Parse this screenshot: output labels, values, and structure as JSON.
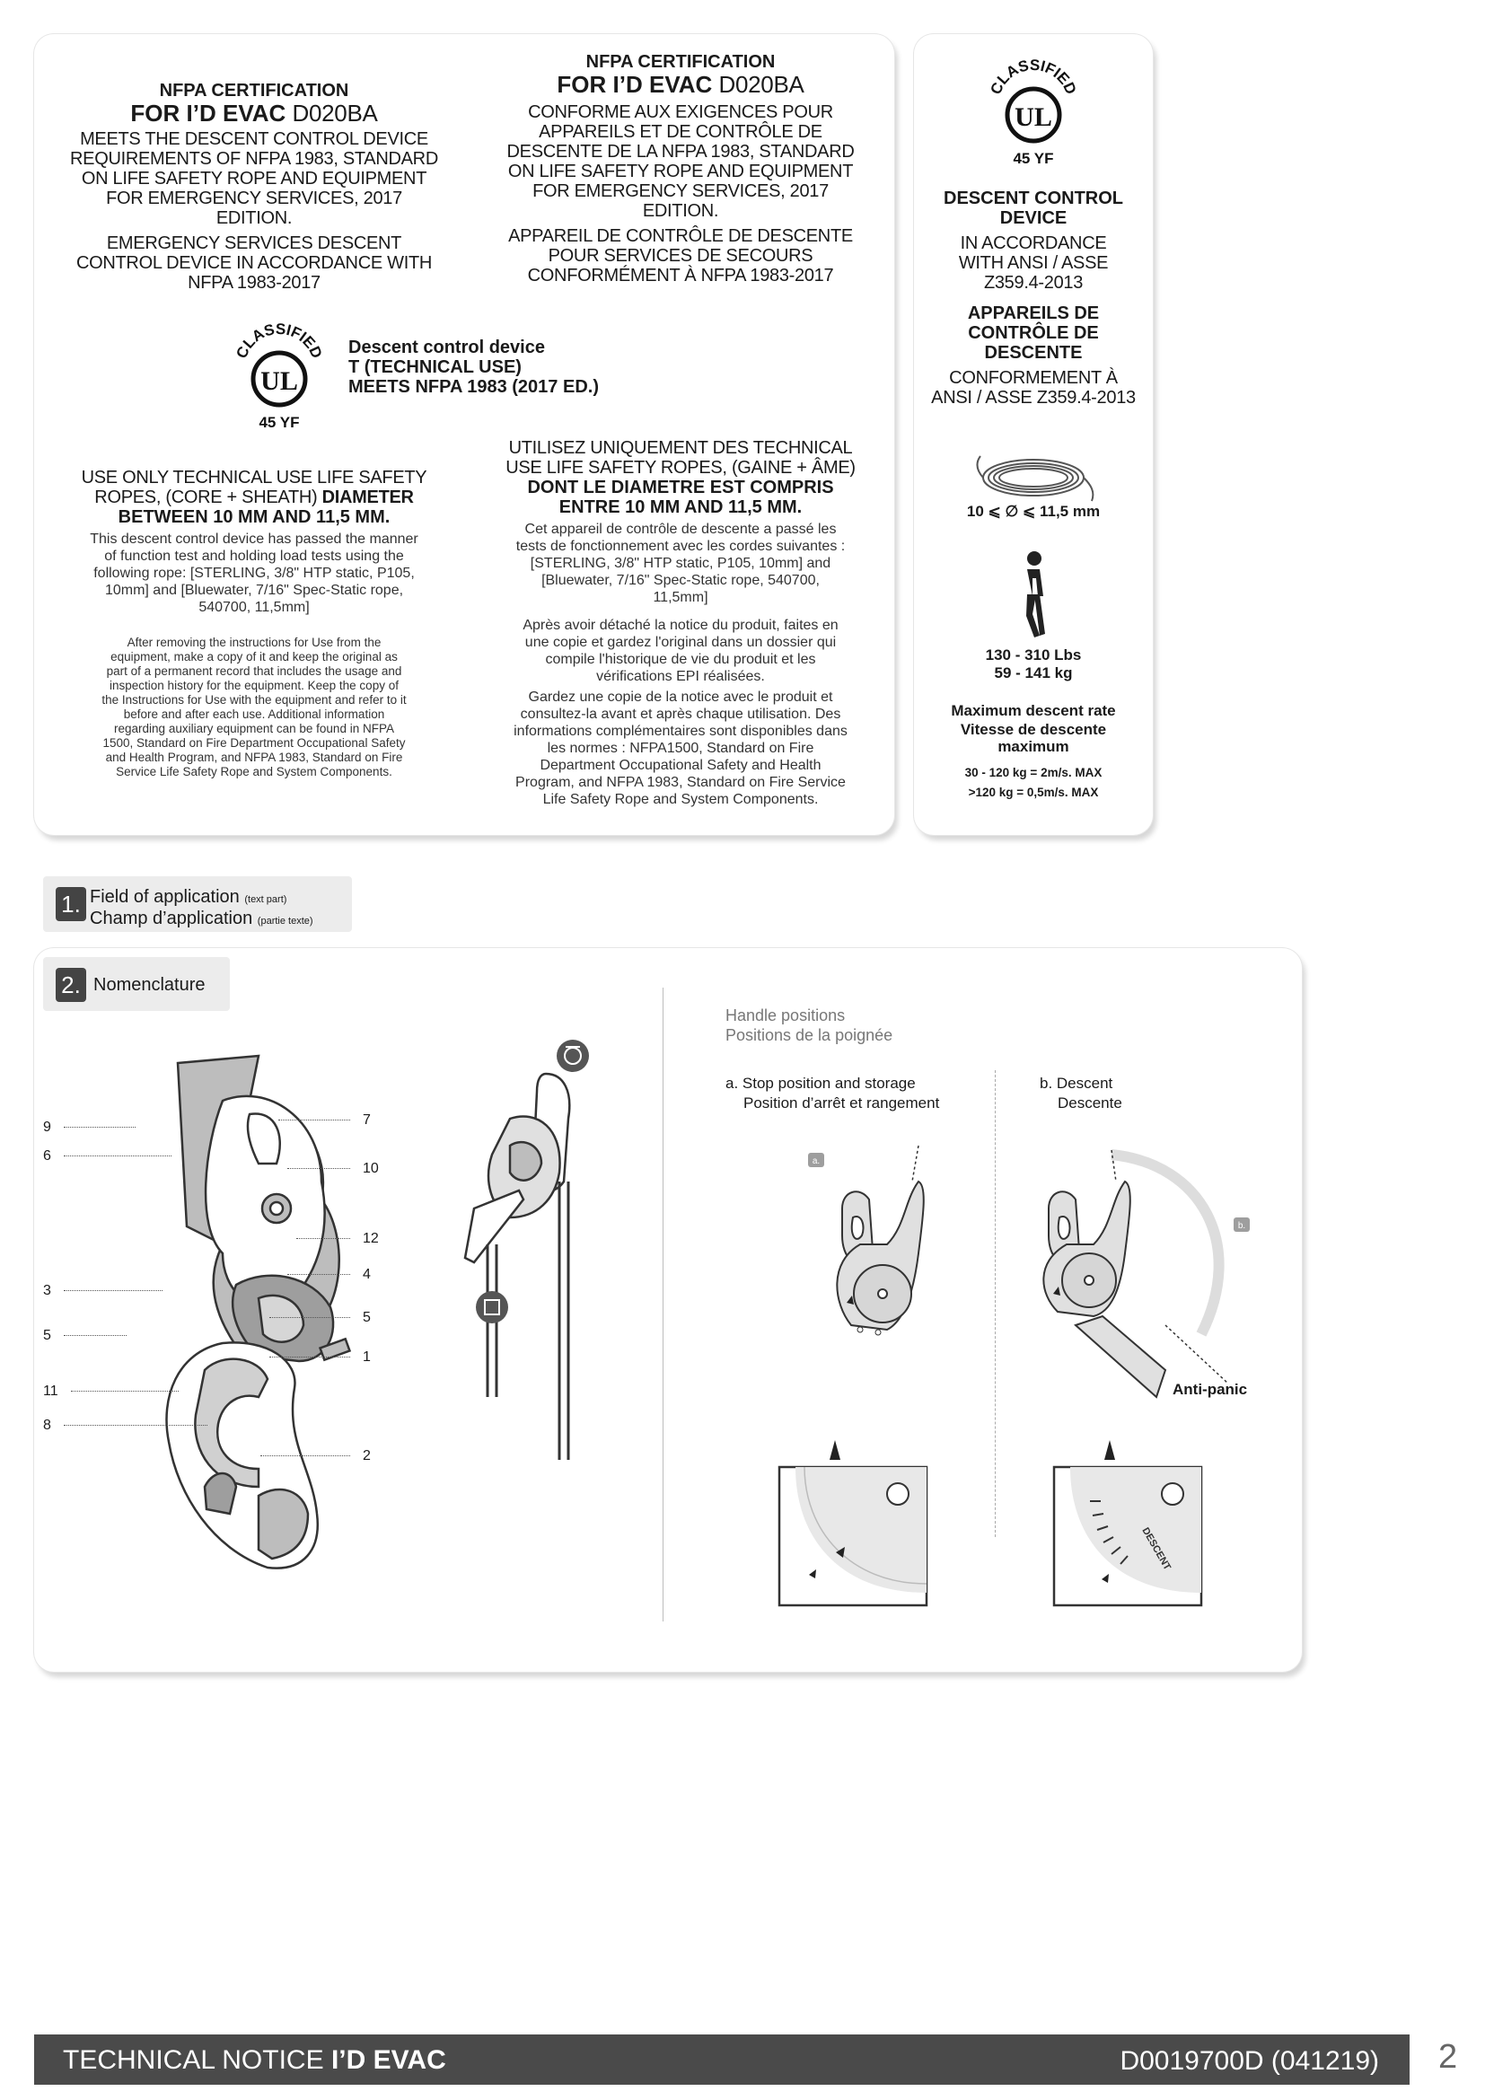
{
  "panel1": {
    "en": {
      "cert_title": "NFPA CERTIFICATION",
      "model_name": "FOR I’D EVAC",
      "model_ref": "D020BA",
      "meets_lines": [
        "MEETS THE DESCENT CONTROL DEVICE",
        "REQUIREMENTS OF NFPA 1983, STANDARD",
        "ON LIFE SAFETY ROPE AND EQUIPMENT",
        "FOR EMERGENCY SERVICES, 2017",
        "EDITION."
      ],
      "esd_lines": [
        "EMERGENCY SERVICES DESCENT",
        "CONTROL DEVICE IN ACCORDANCE WITH",
        "NFPA 1983-2017"
      ],
      "rope_lines": [
        "USE ONLY TECHNICAL USE LIFE SAFETY",
        "ROPES, (CORE + SHEATH)"
      ],
      "rope_diam_bold": "DIAMETER",
      "rope_between": "BETWEEN 10 MM AND 11,5 MM.",
      "test_lines": [
        "This descent control device has passed the manner",
        "of function test and holding load tests using the",
        "following rope: [STERLING, 3/8\" HTP static, P105,",
        "10mm] and [Bluewater, 7/16\" Spec-Static rope,",
        "540700, 11,5mm]"
      ],
      "after_lines": [
        "After removing the instructions for Use from the",
        "equipment, make a copy of it and keep the original as",
        "part of a permanent record that includes the usage and",
        "inspection history for the equipment. Keep the copy of",
        "the Instructions for Use with the equipment and refer to it",
        "before and after each use. Additional information",
        "regarding auxiliary equipment can be found in NFPA",
        "1500, Standard on Fire Department Occupational Safety",
        "and Health Program, and NFPA 1983, Standard on Fire",
        "Service Life Safety Rope and System Components."
      ]
    },
    "ul_label": {
      "arc_text": "CLASSIFIED",
      "letters": "UL",
      "code": "45 YF",
      "lines": [
        "Descent control device",
        "T (TECHNICAL USE)",
        "MEETS NFPA 1983 (2017 ED.)"
      ]
    },
    "fr": {
      "cert_title": "NFPA CERTIFICATION",
      "model_name": "FOR I’D EVAC",
      "model_ref": "D020BA",
      "conform_lines": [
        "CONFORME AUX EXIGENCES POUR",
        "APPAREILS ET DE CONTRÔLE DE",
        "DESCENTE DE LA NFPA 1983, STANDARD",
        "ON LIFE SAFETY ROPE AND EQUIPMENT",
        "FOR EMERGENCY SERVICES, 2017",
        "EDITION."
      ],
      "appareil_lines": [
        "APPAREIL DE CONTRÔLE DE DESCENTE",
        "POUR SERVICES DE SECOURS",
        "CONFORMÉMENT À NFPA 1983-2017"
      ],
      "rope_lines": [
        "UTILISEZ UNIQUEMENT DES TECHNICAL",
        "USE LIFE SAFETY ROPES, (GAINE + ÂME)"
      ],
      "rope_bold_lines": [
        "DONT LE DIAMETRE EST COMPRIS",
        "ENTRE 10 MM AND 11,5 MM."
      ],
      "test_lines": [
        "Cet appareil de contrôle de descente a passé les",
        "tests de fonctionnement avec les cordes suivantes :",
        "[STERLING, 3/8\" HTP static, P105, 10mm] and",
        "[Bluewater, 7/16\" Spec-Static rope, 540700,",
        "11,5mm]"
      ],
      "after_lines": [
        "Après avoir détaché la notice du produit, faites en",
        "une copie et gardez l'original dans un dossier qui",
        "compile l'historique de vie du produit et les",
        "vérifications EPI réalisées."
      ],
      "gardez_lines": [
        "Gardez une copie de la notice avec le produit et",
        "consultez-la avant et après chaque utilisation. Des",
        "informations complémentaires sont disponibles dans",
        "les normes : NFPA1500, Standard on Fire",
        "Department Occupational Safety and Health",
        "Program, and NFPA 1983, Standard on Fire Service",
        "Life Safety Rope and System Components."
      ]
    }
  },
  "panel2": {
    "ul_code": "45 YF",
    "en_title_lines": [
      "DESCENT CONTROL",
      "DEVICE"
    ],
    "en_lines": [
      "IN ACCORDANCE",
      "WITH ANSI / ASSE",
      "Z359.4-2013"
    ],
    "fr_title_lines": [
      "APPAREILS DE",
      "CONTRÔLE DE",
      "DESCENTE"
    ],
    "fr_lines": [
      "CONFORMEMENT À",
      "ANSI / ASSE Z359.4-2013"
    ],
    "rope_diam": "10 ⩽ ∅ ⩽ 11,5 mm",
    "weight_lbs": "130 - 310 Lbs",
    "weight_kg": "59 - 141 kg",
    "rate_en": "Maximum descent rate",
    "rate_fr_lines": [
      "Vitesse de descente",
      "maximum"
    ],
    "rate_1": "30 - 120 kg = 2m/s. MAX",
    "rate_2": ">120 kg = 0,5m/s. MAX"
  },
  "section1": {
    "number": "1.",
    "en": "Field of application",
    "en_note": "(text part)",
    "fr": "Champ d’application",
    "fr_note": "(partie texte)"
  },
  "section2": {
    "number": "2.",
    "title": "Nomenclature",
    "callouts": [
      "9",
      "6",
      "7",
      "10",
      "12",
      "4",
      "3",
      "5",
      "5",
      "1",
      "11",
      "8",
      "2"
    ],
    "handle_title_en": "Handle positions",
    "handle_title_fr": "Positions de la poignée",
    "pos_a_en": "a. Stop position and storage",
    "pos_a_fr": "Position d’arrêt et rangement",
    "pos_b_en": "b. Descent",
    "pos_b_fr": "Descente",
    "marker_a": "a.",
    "marker_b": "b.",
    "anti_panic": "Anti-panic",
    "scale_label": "DESCENT"
  },
  "footer": {
    "notice_label": "TECHNICAL NOTICE",
    "product": "I’D EVAC",
    "doc_ref": "D0019700D (041219)",
    "page_number": "2"
  }
}
